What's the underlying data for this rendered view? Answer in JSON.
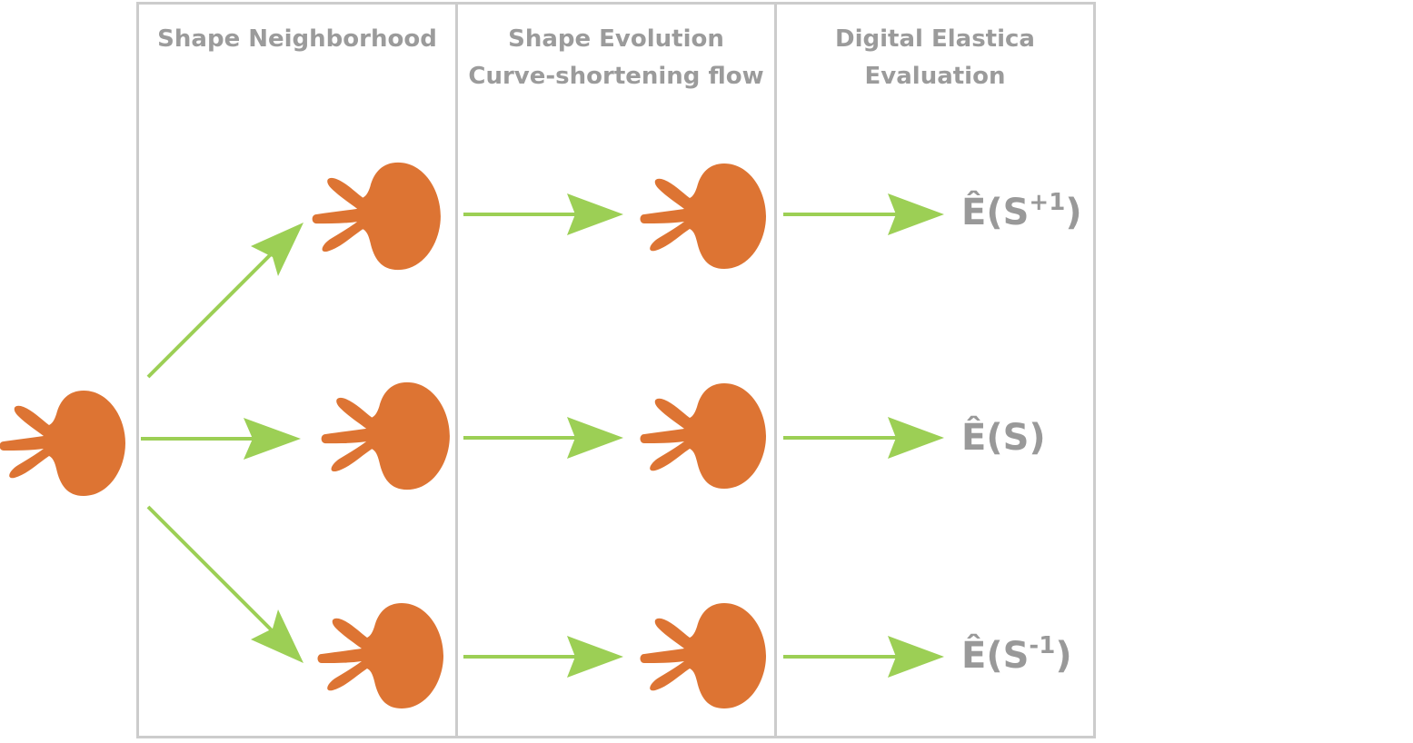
{
  "columns": [
    {
      "title_lines": [
        "Shape Neighborhood"
      ]
    },
    {
      "title_lines": [
        "Shape Evolution",
        "Curve-shortening flow"
      ]
    },
    {
      "title_lines": [
        "Digital Elastica",
        "Evaluation"
      ]
    }
  ],
  "energy_labels": [
    {
      "base": "Ê(S",
      "sup": "+1",
      "close": ")"
    },
    {
      "base": "Ê(S",
      "sup": "",
      "close": ")"
    },
    {
      "base": "Ê(S",
      "sup": "-1",
      "close": ")"
    }
  ],
  "colors": {
    "shape": "#dd7433",
    "arrow": "#9ccf55",
    "panel_border": "#cccccc",
    "title_text": "#9b9b9b"
  }
}
